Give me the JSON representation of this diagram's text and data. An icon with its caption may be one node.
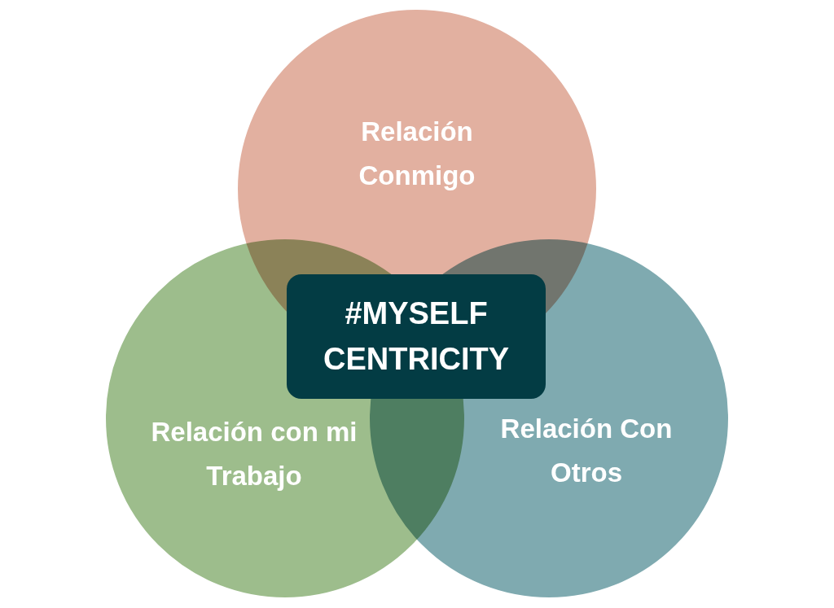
{
  "diagram": {
    "nodes": [
      {
        "text": [
          "Relación Conmigo"
        ]
      },
      {
        "text": [
          "#MYSELF CENTRICITY"
        ]
      },
      {
        "text": [
          "Relación con mi Trabajo"
        ]
      },
      {
        "text": [
          "Relación Con Otros"
        ]
      }
    ]
  }
}
